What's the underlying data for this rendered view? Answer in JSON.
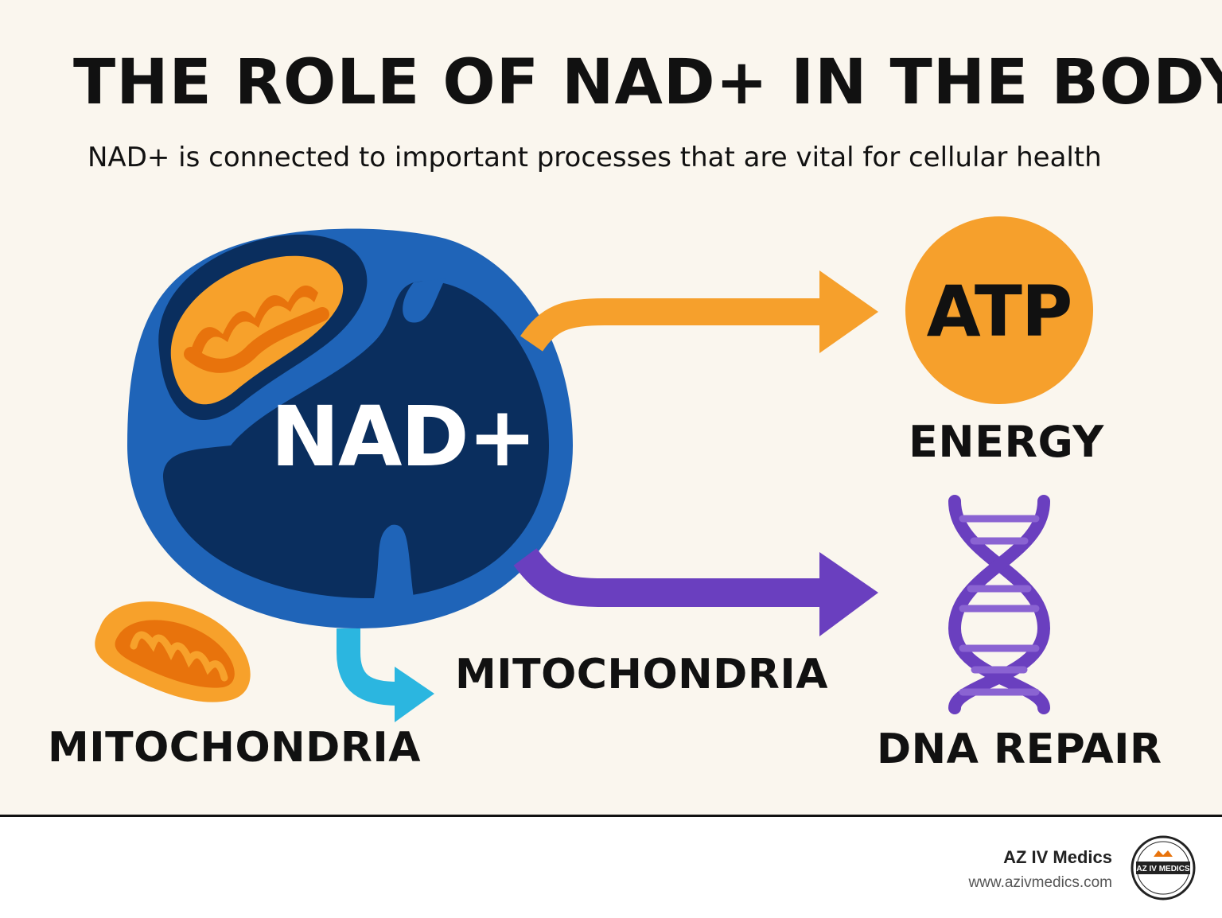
{
  "title": "THE ROLE OF NAD+ IN THE BODY",
  "subtitle": "NAD+ is connected to important processes that are vital for cellular health",
  "diagram": {
    "nad_label": "NAD+",
    "atp_label": "ATP",
    "energy_label": "ENERGY",
    "mito_center_label": "MITOCHONDRIA",
    "mito_left_label": "MITOCHONDRIA",
    "dna_label": "DNA REPAIR"
  },
  "footer": {
    "brand": "AZ IV Medics",
    "url": "www.azivmedics.com",
    "seal_text": "AZ IV MEDICS"
  },
  "colors": {
    "background": "#faf6ee",
    "cell_outer": "#1f64b8",
    "cell_inner": "#0a2e5e",
    "mito_orange": "#f7a12b",
    "mito_dark_orange": "#e8730c",
    "arrow_orange": "#f6a02c",
    "arrow_purple": "#6a3fbf",
    "arrow_cyan": "#2bb6e0",
    "atp_circle": "#f6a02c",
    "dna_purple": "#6a3fbf"
  }
}
